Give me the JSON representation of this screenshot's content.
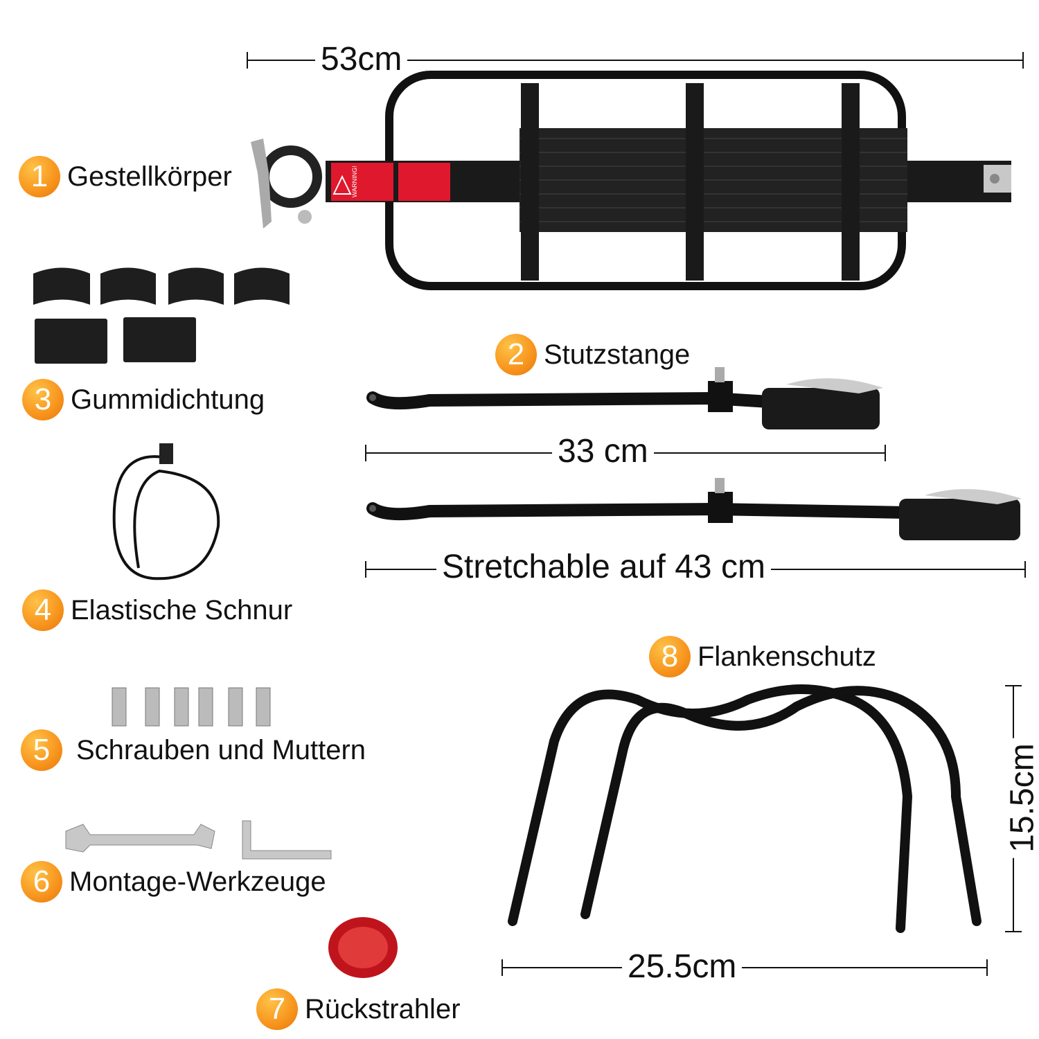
{
  "parts": [
    {
      "number": "1",
      "label": "Gestellkörper"
    },
    {
      "number": "2",
      "label": "Stutzstange"
    },
    {
      "number": "3",
      "label": "Gummidichtung"
    },
    {
      "number": "4",
      "label": "Elastische Schnur"
    },
    {
      "number": "5",
      "label": "Schrauben und Muttern"
    },
    {
      "number": "6",
      "label": "Montage-Werkzeuge"
    },
    {
      "number": "7",
      "label": "Rückstrahler"
    },
    {
      "number": "8",
      "label": "Flankenschutz"
    }
  ],
  "dimensions": {
    "rack_length": "53cm",
    "strut_length": "33 cm",
    "strut_extended": "Stretchable auf 43 cm",
    "guard_width": "25.5cm",
    "guard_height": "15.5cm"
  },
  "warning_label": "WARNING!",
  "colors": {
    "badge": "#f7941d",
    "label_red": "#e0182d",
    "metal": "#111111",
    "reflector": "#c0141c"
  }
}
